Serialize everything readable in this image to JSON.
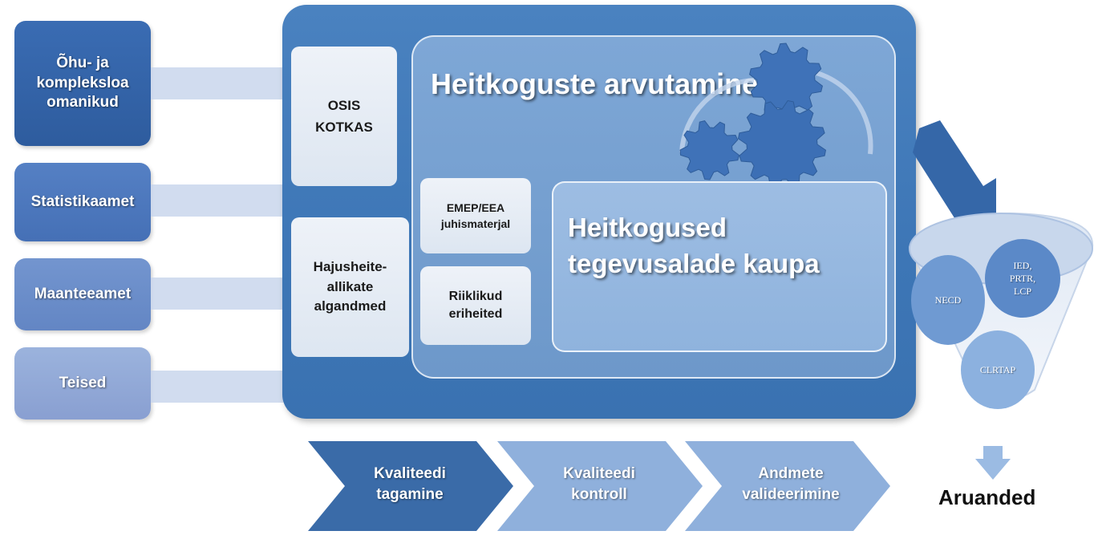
{
  "sources": [
    {
      "label": "Õhu- ja\nkompleksloa\nomanikud",
      "color": "#3563a6"
    },
    {
      "label": "Statistikaamet",
      "color": "#4a76bd"
    },
    {
      "label": "Maanteeamet",
      "color": "#6689c8"
    },
    {
      "label": "Teised",
      "color": "#8ea8d6"
    }
  ],
  "data_boxes": {
    "osis": "OSIS\nKOTKAS",
    "hajus": "Hajusheite-\nallikate\nalgandmed"
  },
  "method_boxes": {
    "emep": "EMEP/EEA\njuhismaterjal",
    "riiklikud": "Riiklikud\neriheited"
  },
  "calc_title": "Heitkoguste arvutamine",
  "result_title": "Heitkogused\ntegevusalade kaupa",
  "funnel": {
    "items": [
      "NECD",
      "IED,\nPRTR,\nLCP",
      "CLRTAP"
    ]
  },
  "reports_label": "Aruanded",
  "process_steps": [
    "Kvaliteedi\ntagamine",
    "Kvaliteedi\nkontroll",
    "Andmete\nvalideerimine"
  ],
  "colors": {
    "main": "#3d76b6",
    "step1": "#3f6fa9",
    "step2": "#8eaedb",
    "step3": "#8eaedb"
  }
}
